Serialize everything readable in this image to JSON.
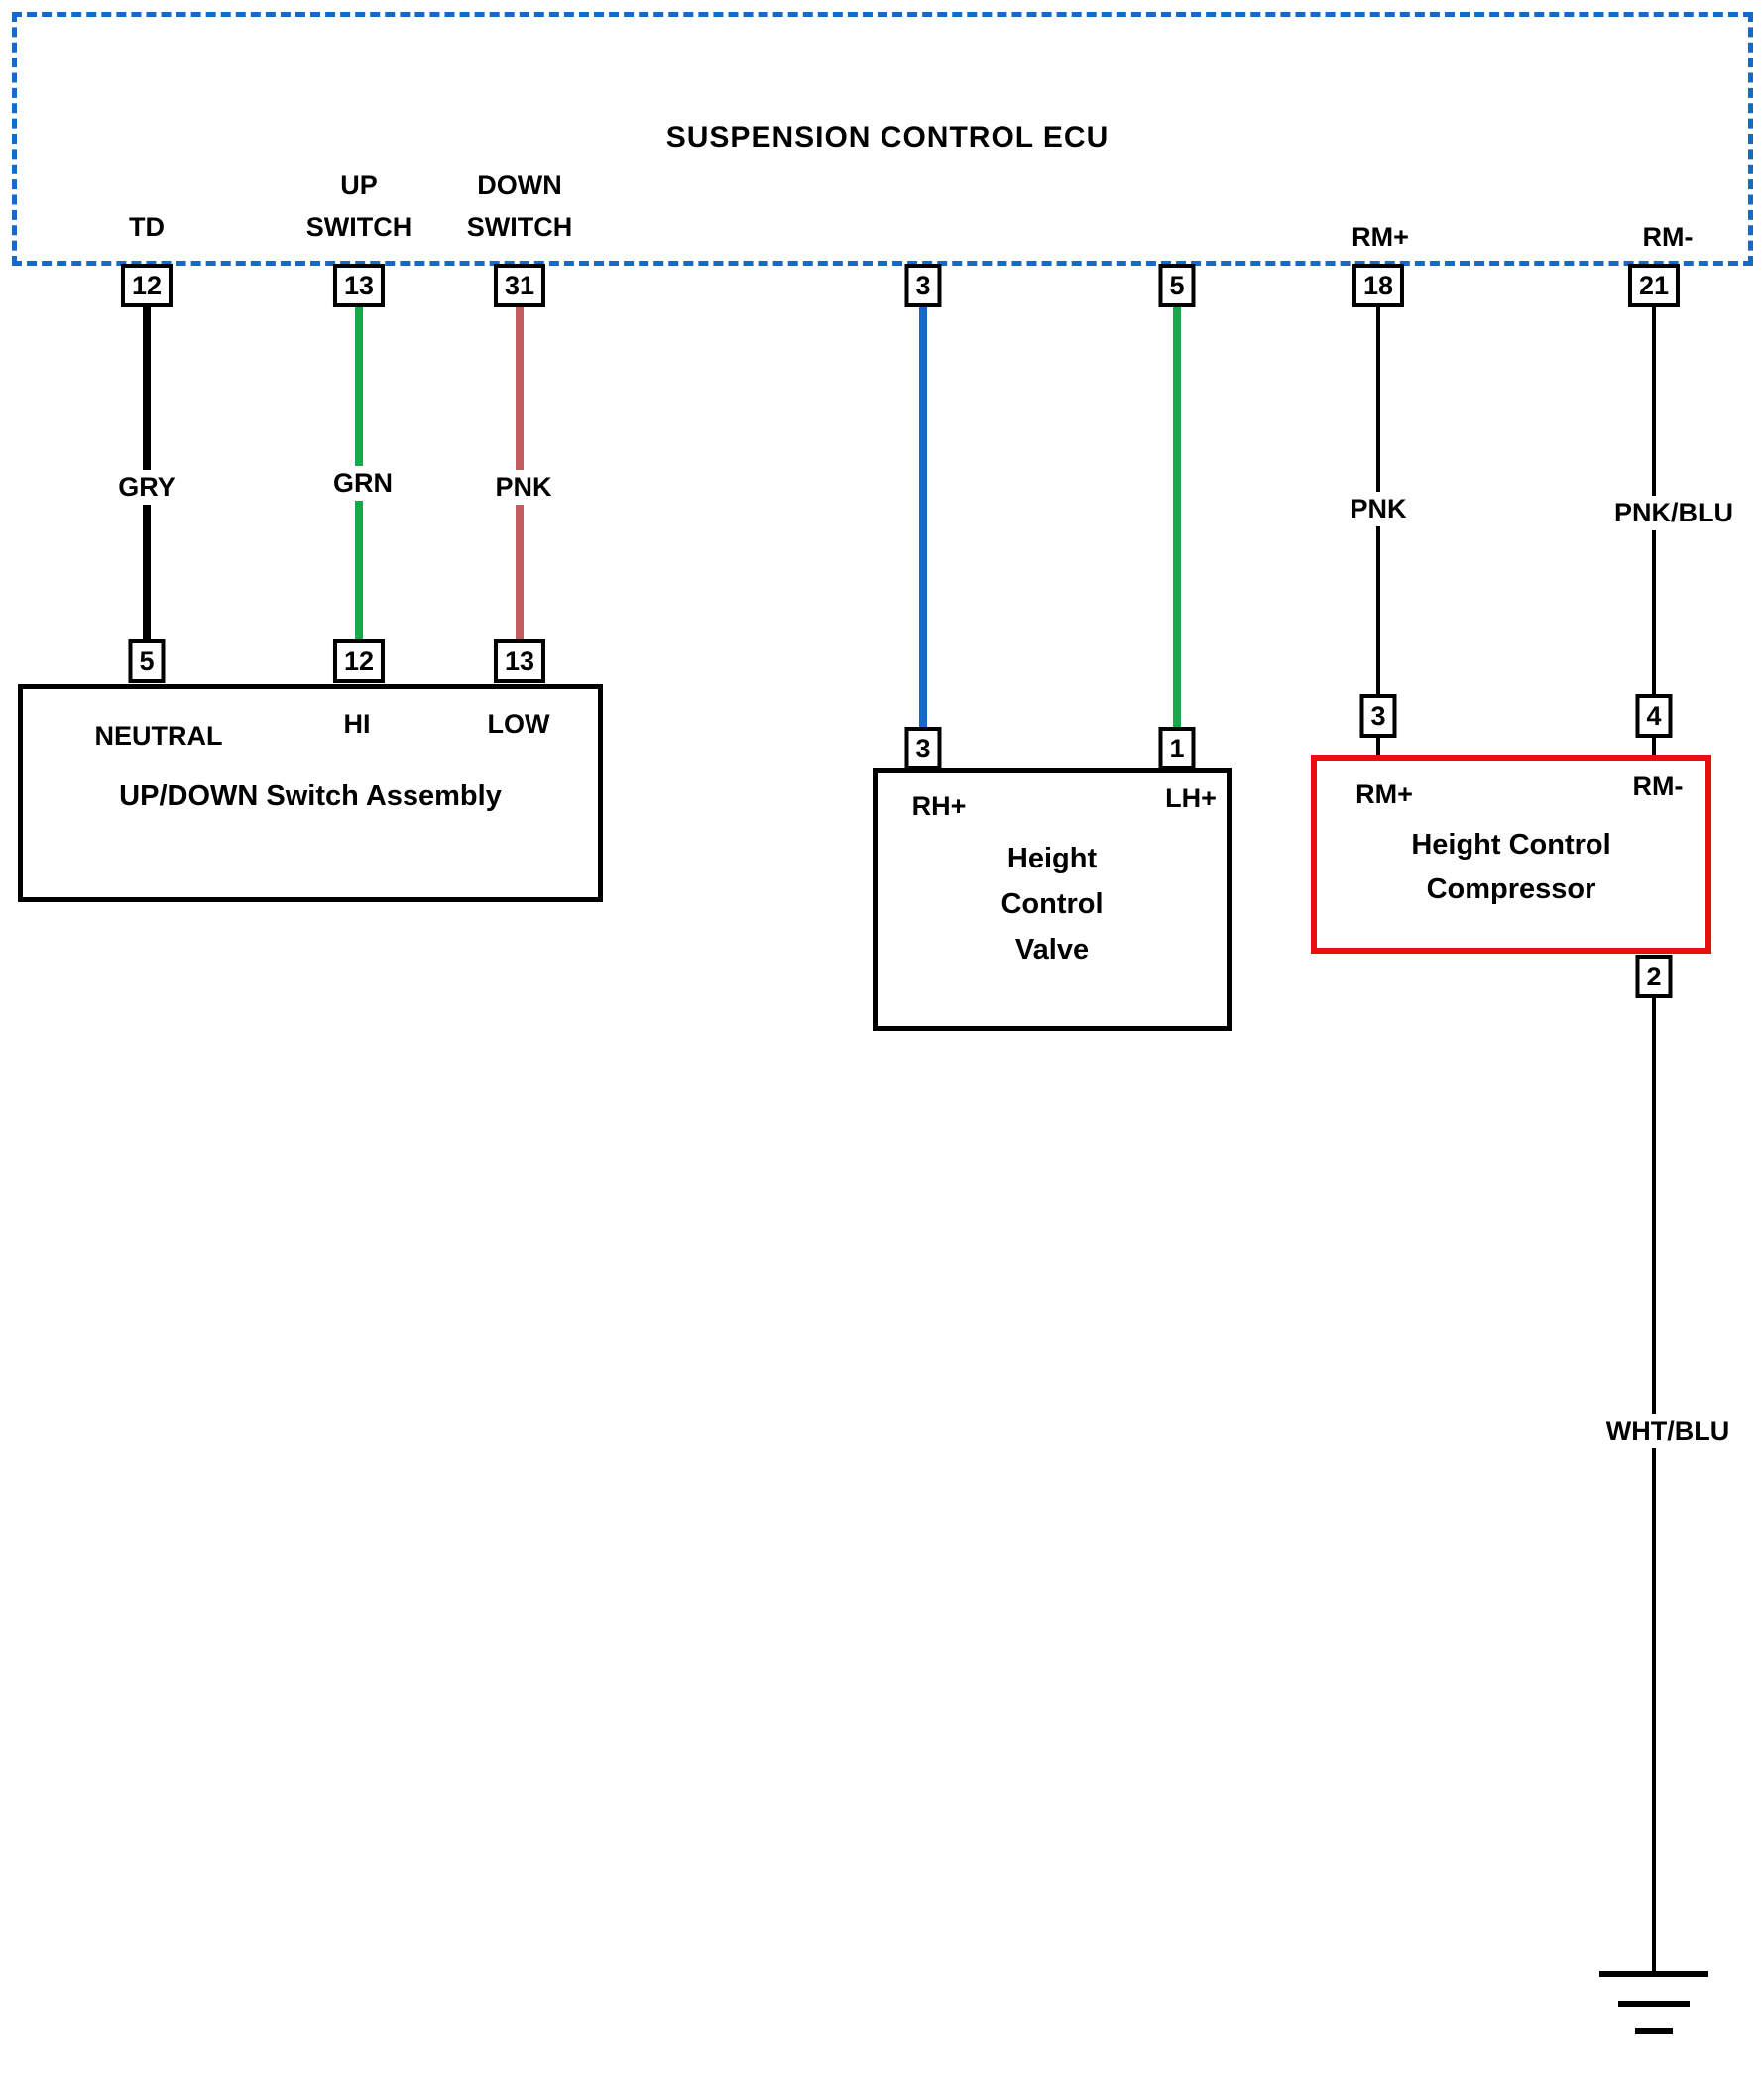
{
  "colors": {
    "ecu_border": "#1569c7",
    "black": "#000000",
    "green": "#19a74a",
    "pink": "#c25e5e",
    "blue": "#1569c7",
    "red_box": "#e90f0f"
  },
  "ecu": {
    "title": "SUSPENSION CONTROL ECU",
    "labels": {
      "td": "TD",
      "up_line1": "UP",
      "up_line2": "SWITCH",
      "down_line1": "DOWN",
      "down_line2": "SWITCH",
      "rm_plus": "RM+",
      "rm_minus": "RM-"
    },
    "pins": {
      "td": "12",
      "up": "13",
      "down": "31",
      "rh": "3",
      "lh": "5",
      "rm_plus": "18",
      "rm_minus": "21"
    }
  },
  "wires": {
    "gry": {
      "label": "GRY"
    },
    "grn": {
      "label": "GRN"
    },
    "pnk": {
      "label": "PNK"
    },
    "rm_pnk": {
      "label": "PNK"
    },
    "rm_pnkblu": {
      "label": "PNK/BLU"
    },
    "whtblu": {
      "label": "WHT/BLU"
    }
  },
  "switch_assembly": {
    "title": "UP/DOWN Switch Assembly",
    "pin_neutral": "5",
    "pin_hi": "12",
    "pin_low": "13",
    "label_neutral": "NEUTRAL",
    "label_hi": "HI",
    "label_low": "LOW"
  },
  "valve": {
    "title_line1": "Height",
    "title_line2": "Control",
    "title_line3": "Valve",
    "pin_rh": "3",
    "pin_lh": "1",
    "label_rh": "RH+",
    "label_lh": "LH+"
  },
  "compressor": {
    "title_line1": "Height Control",
    "title_line2": "Compressor",
    "pin_rm_plus": "3",
    "pin_rm_minus": "4",
    "label_rm_plus": "RM+",
    "label_rm_minus": "RM-",
    "pin_ground": "2"
  }
}
